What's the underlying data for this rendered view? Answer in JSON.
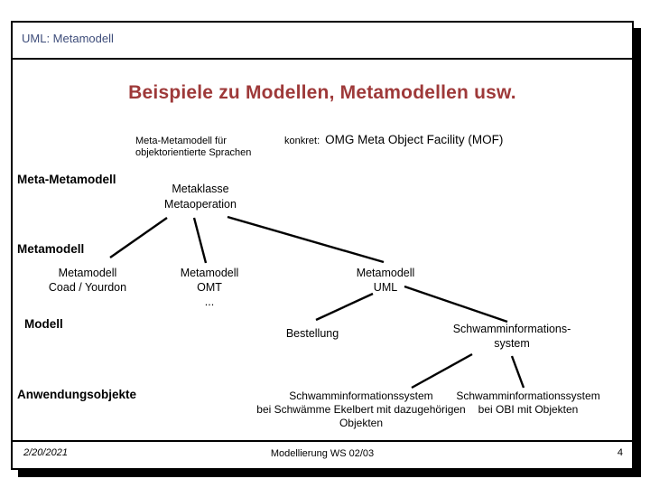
{
  "colors": {
    "header_text": "#3e4d7a",
    "title_text": "#9e3939",
    "body_text": "#000000"
  },
  "header": {
    "label": "UML: Metamodell"
  },
  "title": "Beispiele zu Modellen, Metamodellen usw.",
  "intro": {
    "left": [
      "Meta-Metamodell für",
      "objektorientierte Sprachen"
    ],
    "konkret_label": "konkret:",
    "konkret_value": "OMG Meta Object Facility (MOF)"
  },
  "level_labels": [
    "Meta-Metamodell",
    "Metamodell",
    "Modell",
    "Anwendungsobjekte"
  ],
  "nodes": {
    "metaklasse": [
      "Metaklasse",
      "Metaoperation"
    ],
    "coad": [
      "Metamodell",
      "Coad / Yourdon"
    ],
    "omt": [
      "Metamodell",
      "OMT",
      "..."
    ],
    "uml": [
      "Metamodell",
      "UML"
    ],
    "bestellung": [
      "Bestellung"
    ],
    "schwamm_system": [
      "Schwamminformations-",
      "system"
    ],
    "schwamm_ekelbert": [
      "Schwamminformationssystem",
      "bei Schwämme Ekelbert mit dazugehörigen",
      "Objekten"
    ],
    "schwamm_obi": [
      "Schwamminformationssystem",
      "bei OBI mit Objekten"
    ]
  },
  "footer": {
    "date": "2/20/2021",
    "center": "Modellierung WS 02/03",
    "page_number": "4"
  }
}
